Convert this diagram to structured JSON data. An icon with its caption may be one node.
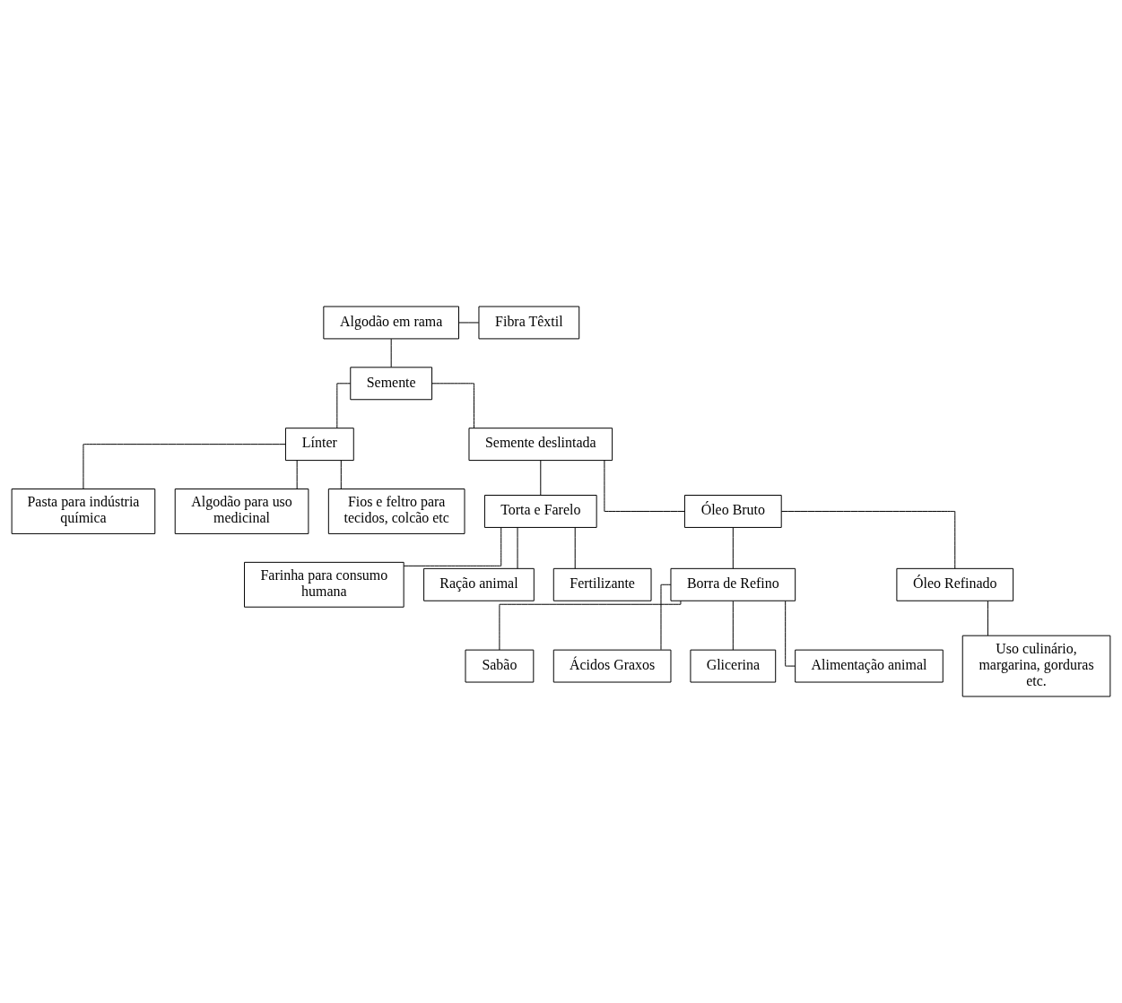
{
  "diagram": {
    "nodes": [
      {
        "text": [
          "Algodão em rama"
        ]
      },
      {
        "text": [
          "Fibra Têxtil"
        ]
      },
      {
        "text": [
          "Semente"
        ]
      },
      {
        "text": [
          "Línter"
        ]
      },
      {
        "text": [
          "Semente deslintada"
        ]
      },
      {
        "text": [
          "Pasta para indústria química"
        ]
      },
      {
        "text": [
          "Algodão para uso medicinal"
        ]
      },
      {
        "text": [
          "Fios e feltro para tecidos, colcão etc"
        ]
      },
      {
        "text": [
          "Torta e Farelo"
        ]
      },
      {
        "text": [
          "Óleo Bruto"
        ]
      },
      {
        "text": [
          "Farinha para consumo humana"
        ]
      },
      {
        "text": [
          "Ração animal"
        ]
      },
      {
        "text": [
          "Fertilizante"
        ]
      },
      {
        "text": [
          "Borra de Refino"
        ]
      },
      {
        "text": [
          "Sabão"
        ]
      },
      {
        "text": [
          "Ácidos Graxos"
        ]
      },
      {
        "text": [
          "Glicerina"
        ]
      },
      {
        "text": [
          "Alimentação animal"
        ]
      },
      {
        "text": [
          "Óleo Refinado"
        ]
      },
      {
        "text": [
          "Uso culinário, margarina, gorduras etc."
        ]
      }
    ],
    "edges": [
      {
        "from": 0,
        "to": 1,
        "arrow": "none"
      },
      {
        "from": 0,
        "to": 2,
        "arrow": "none"
      },
      {
        "from": 2,
        "to": 3,
        "arrow": "none"
      },
      {
        "from": 2,
        "to": 4,
        "arrow": "none"
      },
      {
        "from": 3,
        "to": 5,
        "arrow": "none"
      },
      {
        "from": 3,
        "to": 6,
        "arrow": "none"
      },
      {
        "from": 3,
        "to": 7,
        "arrow": "none"
      },
      {
        "from": 4,
        "to": 8,
        "arrow": "none"
      },
      {
        "from": 4,
        "to": 9,
        "arrow": "none"
      },
      {
        "from": 8,
        "to": 10,
        "arrow": "none"
      },
      {
        "from": 8,
        "to": 11,
        "arrow": "none"
      },
      {
        "from": 8,
        "to": 12,
        "arrow": "none"
      },
      {
        "from": 9,
        "to": 13,
        "arrow": "none"
      },
      {
        "from": 9,
        "to": 18,
        "arrow": "none"
      },
      {
        "from": 13,
        "to": 14,
        "arrow": "none"
      },
      {
        "from": 13,
        "to": 15,
        "arrow": "none"
      },
      {
        "from": 13,
        "to": 16,
        "arrow": "none"
      },
      {
        "from": 13,
        "to": 17,
        "arrow": "none"
      },
      {
        "from": 18,
        "to": 19,
        "arrow": "none"
      }
    ]
  }
}
